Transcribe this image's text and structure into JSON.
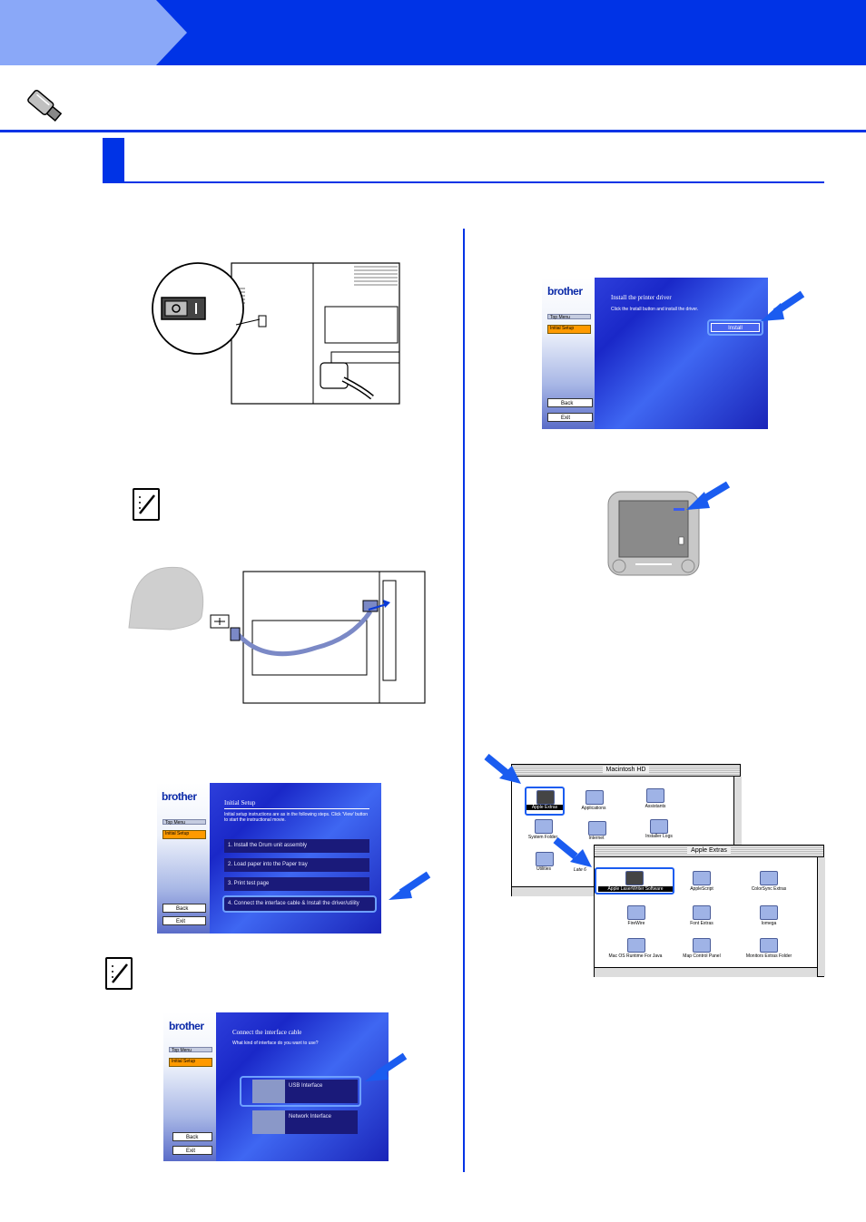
{
  "macintosh_hd_window": {
    "title": "Macintosh HD",
    "items": [
      "Apple Extras",
      "Applications",
      "Assistants",
      "System Folder",
      "Internet",
      "Installer Logs",
      "Utilities"
    ]
  },
  "apple_extras_window": {
    "title": "Apple Extras",
    "items": [
      "Apple LaserWriter Software",
      "AppleScript",
      "ColorSync Extras",
      "FireWire",
      "Font Extras",
      "Iomega",
      "Mac OS Runtime For Java",
      "Map Control Panel",
      "Monitors Extras Folder"
    ]
  },
  "partial_label": "Late 6",
  "screens": {
    "brand": "brother",
    "top_menu": "Top Menu",
    "initial_setup": "Initial Setup",
    "back": "Back",
    "exit": "Exit",
    "install_driver": {
      "title": "Install the printer driver",
      "text": "Click the Install button and install the driver.",
      "install_button": "Install"
    },
    "initial_setup_screen": {
      "title": "Initial Setup",
      "text": "Initial setup instructions are as in the following steps. Click 'View' button to start the instructional movie.",
      "options": [
        "1. Install the Drum unit assembly",
        "2. Load paper into the Paper tray",
        "3. Print test page",
        "4. Connect the interface cable & Install the driver/utility"
      ]
    },
    "connect_screen": {
      "title": "Connect the interface cable",
      "text": "What kind of interface do you want to use?",
      "options": [
        "USB Interface",
        "Network Interface"
      ]
    }
  },
  "colors": {
    "accent_blue": "#0033e6",
    "tab_light_blue": "#8aa8f8",
    "orange": "#ff9a00"
  },
  "icons": [
    "usb-cable-icon",
    "note-pencil-icon",
    "power-switch",
    "usb-symbol-icon",
    "pointer-arrow-icon",
    "folder-icon"
  ]
}
